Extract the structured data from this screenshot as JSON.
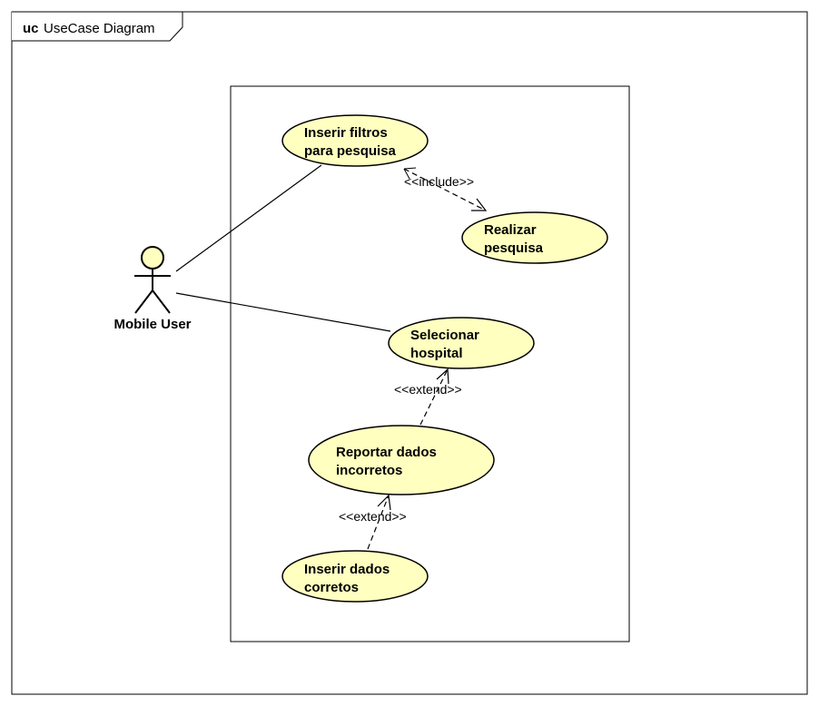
{
  "frame": {
    "kind": "uc",
    "name": "UseCase Diagram"
  },
  "actor": {
    "name": "Mobile User"
  },
  "use_cases": {
    "inserir_filtros": {
      "line1": "Inserir filtros",
      "line2": "para pesquisa"
    },
    "realizar_pesquisa": {
      "line1": "Realizar",
      "line2": "pesquisa"
    },
    "selecionar_hospital": {
      "line1": "Selecionar",
      "line2": "hospital"
    },
    "reportar_dados": {
      "line1": "Reportar dados",
      "line2": "incorretos"
    },
    "inserir_dados": {
      "line1": "Inserir dados",
      "line2": "corretos"
    }
  },
  "relationships": {
    "include": "<<include>>",
    "extend_1": "<<extend>>",
    "extend_2": "<<extend>>"
  },
  "colors": {
    "use_case_fill": "#FFFFC0",
    "actor_fill": "#FFFFC0",
    "line": "#000000"
  }
}
